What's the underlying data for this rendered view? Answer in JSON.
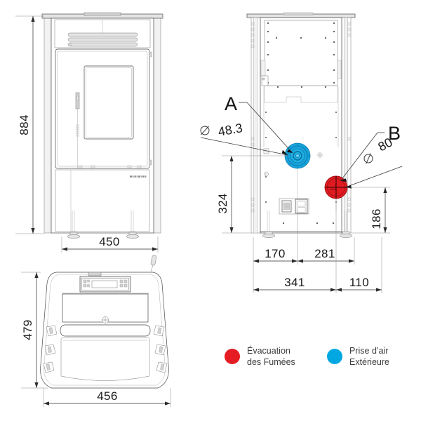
{
  "document": {
    "type": "technical-dimension-drawing",
    "subject": "pellet stove",
    "units": "mm",
    "background_color": "#ffffff"
  },
  "views": {
    "front": {
      "name": "front-elevation",
      "dimensions": {
        "height_label": "884",
        "width_label": "450"
      }
    },
    "rear": {
      "name": "rear-elevation",
      "dimensions": {
        "air_inlet_height_label": "324",
        "flue_height_label": "186",
        "left_offset_label": "170",
        "mid_offset_label": "281",
        "total_left_label": "341",
        "right_offset_label": "110"
      },
      "callouts": [
        {
          "letter": "A",
          "diameter_symbol": "⌀",
          "diameter_value": "48.3",
          "color": "#1BA5DC",
          "role": "air-intake-port"
        },
        {
          "letter": "B",
          "diameter_symbol": "⌀",
          "diameter_value": "80",
          "color": "#E51C23",
          "role": "flue-outlet-port"
        }
      ]
    },
    "top": {
      "name": "top-plan-view",
      "dimensions": {
        "depth_label": "479",
        "width_label": "456"
      }
    }
  },
  "legend": {
    "items": [
      {
        "swatch_color": "#E51C23",
        "line1": "Évacuation",
        "line2": "des Fumées"
      },
      {
        "swatch_color": "#00A7E1",
        "line1": "Prise d’air",
        "line2": "Extérieure"
      }
    ]
  }
}
